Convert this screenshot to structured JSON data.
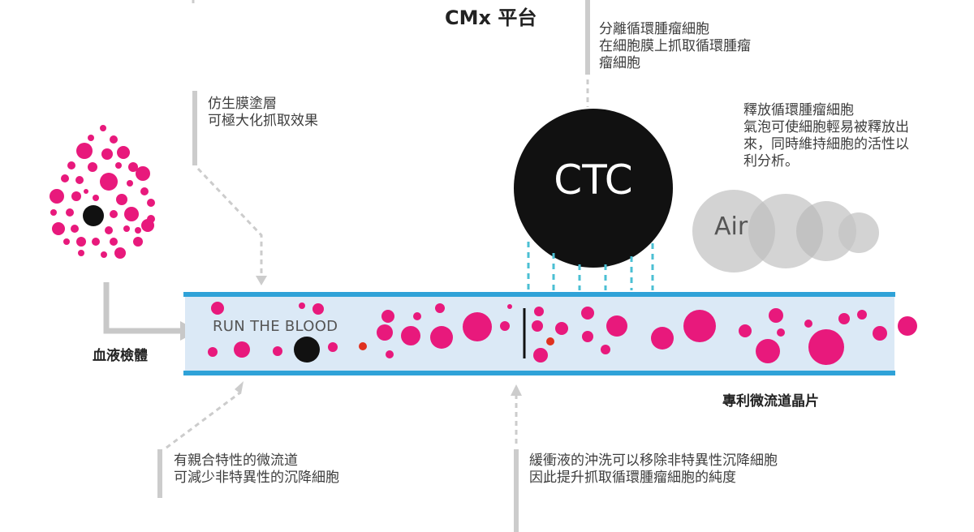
{
  "title": "CMx 平台",
  "labels": {
    "ctc": "CTC",
    "air": "Air",
    "run": "RUN THE BLOOD",
    "blood_sample": "血液檢體",
    "chip": "專利微流道晶片"
  },
  "notes": {
    "separate": [
      "分離循環腫瘤細胞",
      "在細胞膜上抓取循環腫瘤",
      "瘤細胞"
    ],
    "release": [
      "釋放循環腫瘤細胞",
      "氣泡可使細胞輕易被釋放出",
      "來，同時維持細胞的活性以",
      "利分析。"
    ],
    "coating": [
      "仿生膜塗層",
      "可極大化抓取效果"
    ],
    "channel": [
      "有親合特性的微流道",
      "可減少非特異性的沉降細胞"
    ],
    "buffer": [
      "緩衝液的沖洗可以移除非特異性沉降細胞",
      "因此提升抓取循環腫瘤細胞的純度"
    ]
  },
  "colors": {
    "magenta": "#e8197c",
    "black": "#111111",
    "channel_fill": "#dbe9f6",
    "channel_border": "#2fa2d8",
    "red": "#e0311f",
    "dash_cyan": "#4bbfd3",
    "arrow_gray": "#c8c8c8",
    "bubble_gray": "#c4c4c4"
  }
}
